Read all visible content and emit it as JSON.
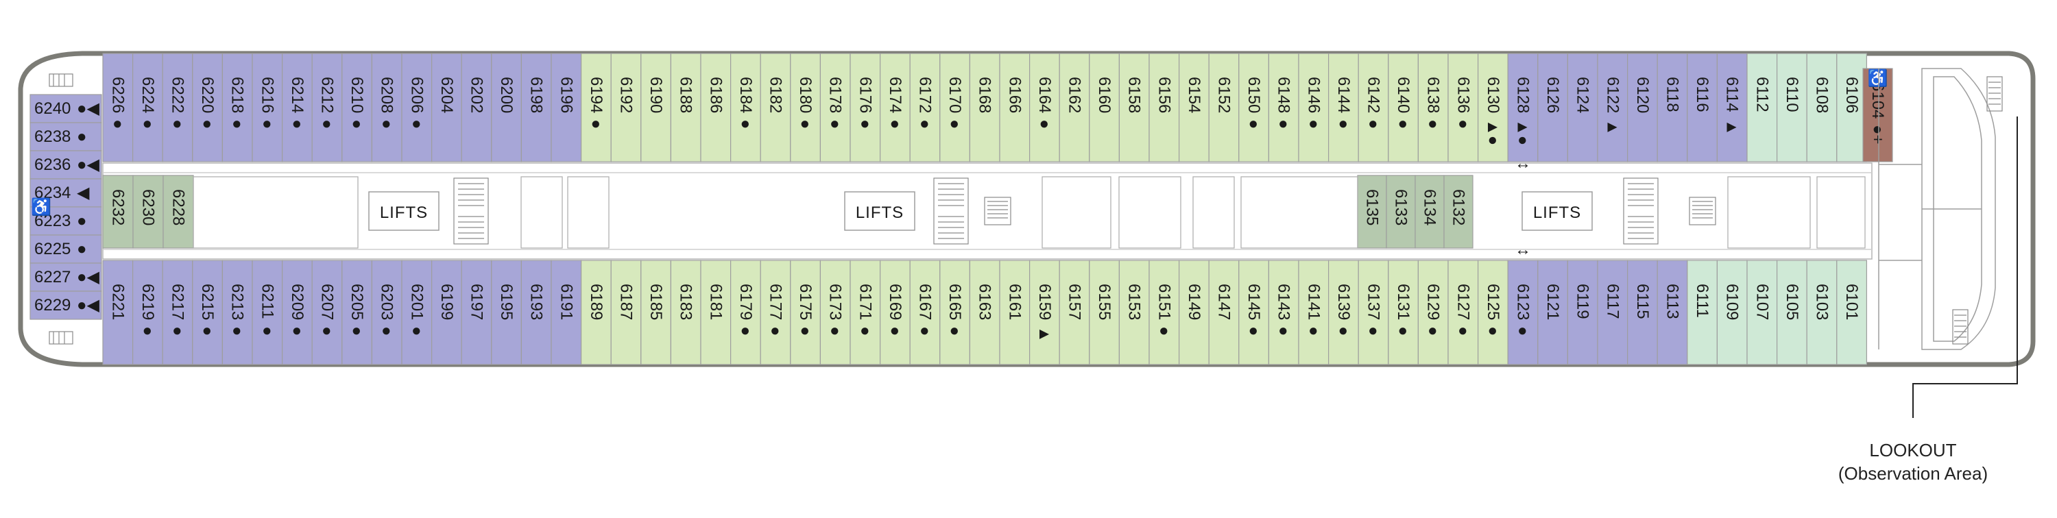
{
  "colors": {
    "purple": "#a7a6d7",
    "green": "#d7e9bd",
    "mint": "#cfe9d6",
    "sage": "#b5c9ae",
    "brown": "#a67569",
    "hull": "#7c7c76",
    "line": "#9e9e9e",
    "ink": "#1a1a1a"
  },
  "icons": {
    "bullet": "●",
    "triangle": "▲",
    "left-triangle": "◀",
    "double-arrow": "↔",
    "plus": "+",
    "accessible": "wheelchair-icon"
  },
  "lifts_label": "LIFTS",
  "lookout": {
    "title": "LOOKOUT",
    "subtitle": "(Observation Area)"
  },
  "top_row": [
    {
      "n": "6226",
      "c": "purple",
      "m": "bullet"
    },
    {
      "n": "6224",
      "c": "purple",
      "m": "bullet"
    },
    {
      "n": "6222",
      "c": "purple",
      "m": "bullet"
    },
    {
      "n": "6220",
      "c": "purple",
      "m": "bullet"
    },
    {
      "n": "6218",
      "c": "purple",
      "m": "bullet"
    },
    {
      "n": "6216",
      "c": "purple",
      "m": "bullet"
    },
    {
      "n": "6214",
      "c": "purple",
      "m": "bullet"
    },
    {
      "n": "6212",
      "c": "purple",
      "m": "bullet"
    },
    {
      "n": "6210",
      "c": "purple",
      "m": "bullet"
    },
    {
      "n": "6208",
      "c": "purple",
      "m": "bullet"
    },
    {
      "n": "6206",
      "c": "purple",
      "m": "bullet"
    },
    {
      "n": "6204",
      "c": "purple",
      "m": ""
    },
    {
      "n": "6202",
      "c": "purple",
      "m": ""
    },
    {
      "n": "6200",
      "c": "purple",
      "m": ""
    },
    {
      "n": "6198",
      "c": "purple",
      "m": ""
    },
    {
      "n": "6196",
      "c": "purple",
      "m": ""
    },
    {
      "n": "6194",
      "c": "green",
      "m": "bullet"
    },
    {
      "n": "6192",
      "c": "green",
      "m": ""
    },
    {
      "n": "6190",
      "c": "green",
      "m": ""
    },
    {
      "n": "6188",
      "c": "green",
      "m": ""
    },
    {
      "n": "6186",
      "c": "green",
      "m": ""
    },
    {
      "n": "6184",
      "c": "green",
      "m": "bullet"
    },
    {
      "n": "6182",
      "c": "green",
      "m": ""
    },
    {
      "n": "6180",
      "c": "green",
      "m": "bullet"
    },
    {
      "n": "6178",
      "c": "green",
      "m": "bullet"
    },
    {
      "n": "6176",
      "c": "green",
      "m": "bullet"
    },
    {
      "n": "6174",
      "c": "green",
      "m": "bullet"
    },
    {
      "n": "6172",
      "c": "green",
      "m": "bullet"
    },
    {
      "n": "6170",
      "c": "green",
      "m": "bullet"
    },
    {
      "n": "6168",
      "c": "green",
      "m": ""
    },
    {
      "n": "6166",
      "c": "green",
      "m": ""
    },
    {
      "n": "6164",
      "c": "green",
      "m": "bullet"
    },
    {
      "n": "6162",
      "c": "green",
      "m": ""
    },
    {
      "n": "6160",
      "c": "green",
      "m": ""
    },
    {
      "n": "6158",
      "c": "green",
      "m": ""
    },
    {
      "n": "6156",
      "c": "green",
      "m": ""
    },
    {
      "n": "6154",
      "c": "green",
      "m": ""
    },
    {
      "n": "6152",
      "c": "green",
      "m": ""
    },
    {
      "n": "6150",
      "c": "green",
      "m": "bullet"
    },
    {
      "n": "6148",
      "c": "green",
      "m": "bullet"
    },
    {
      "n": "6146",
      "c": "green",
      "m": "bullet"
    },
    {
      "n": "6144",
      "c": "green",
      "m": "bullet"
    },
    {
      "n": "6142",
      "c": "green",
      "m": "bullet"
    },
    {
      "n": "6140",
      "c": "green",
      "m": "bullet"
    },
    {
      "n": "6138",
      "c": "green",
      "m": "bullet"
    },
    {
      "n": "6136",
      "c": "green",
      "m": "bullet"
    },
    {
      "n": "6130",
      "c": "green",
      "m": "triangle-bullet"
    },
    {
      "n": "6128",
      "c": "purple",
      "m": "triangle-bullet-arrow"
    },
    {
      "n": "6126",
      "c": "purple",
      "m": ""
    },
    {
      "n": "6124",
      "c": "purple",
      "m": ""
    },
    {
      "n": "6122",
      "c": "purple",
      "m": "triangle"
    },
    {
      "n": "6120",
      "c": "purple",
      "m": ""
    },
    {
      "n": "6118",
      "c": "purple",
      "m": ""
    },
    {
      "n": "6116",
      "c": "purple",
      "m": ""
    },
    {
      "n": "6114",
      "c": "purple",
      "m": "triangle"
    },
    {
      "n": "6112",
      "c": "mint",
      "m": ""
    },
    {
      "n": "6110",
      "c": "mint",
      "m": ""
    },
    {
      "n": "6108",
      "c": "mint",
      "m": ""
    },
    {
      "n": "6106",
      "c": "mint",
      "m": ""
    }
  ],
  "suite": {
    "n": "6104",
    "c": "brown",
    "m": "accessible-plus-bullet"
  },
  "bottom_row": [
    {
      "n": "6221",
      "c": "purple",
      "m": ""
    },
    {
      "n": "6219",
      "c": "purple",
      "m": "bullet"
    },
    {
      "n": "6217",
      "c": "purple",
      "m": "bullet"
    },
    {
      "n": "6215",
      "c": "purple",
      "m": "bullet"
    },
    {
      "n": "6213",
      "c": "purple",
      "m": "bullet"
    },
    {
      "n": "6211",
      "c": "purple",
      "m": "bullet"
    },
    {
      "n": "6209",
      "c": "purple",
      "m": "bullet"
    },
    {
      "n": "6207",
      "c": "purple",
      "m": "bullet"
    },
    {
      "n": "6205",
      "c": "purple",
      "m": "bullet"
    },
    {
      "n": "6203",
      "c": "purple",
      "m": "bullet"
    },
    {
      "n": "6201",
      "c": "purple",
      "m": "bullet"
    },
    {
      "n": "6199",
      "c": "purple",
      "m": ""
    },
    {
      "n": "6197",
      "c": "purple",
      "m": ""
    },
    {
      "n": "6195",
      "c": "purple",
      "m": ""
    },
    {
      "n": "6193",
      "c": "purple",
      "m": ""
    },
    {
      "n": "6191",
      "c": "purple",
      "m": ""
    },
    {
      "n": "6189",
      "c": "green",
      "m": ""
    },
    {
      "n": "6187",
      "c": "green",
      "m": ""
    },
    {
      "n": "6185",
      "c": "green",
      "m": ""
    },
    {
      "n": "6183",
      "c": "green",
      "m": ""
    },
    {
      "n": "6181",
      "c": "green",
      "m": ""
    },
    {
      "n": "6179",
      "c": "green",
      "m": "bullet"
    },
    {
      "n": "6177",
      "c": "green",
      "m": "bullet"
    },
    {
      "n": "6175",
      "c": "green",
      "m": "bullet"
    },
    {
      "n": "6173",
      "c": "green",
      "m": "bullet"
    },
    {
      "n": "6171",
      "c": "green",
      "m": "bullet"
    },
    {
      "n": "6169",
      "c": "green",
      "m": "bullet"
    },
    {
      "n": "6167",
      "c": "green",
      "m": "bullet"
    },
    {
      "n": "6165",
      "c": "green",
      "m": "bullet"
    },
    {
      "n": "6163",
      "c": "green",
      "m": ""
    },
    {
      "n": "6161",
      "c": "green",
      "m": ""
    },
    {
      "n": "6159",
      "c": "green",
      "m": "triangle"
    },
    {
      "n": "6157",
      "c": "green",
      "m": ""
    },
    {
      "n": "6155",
      "c": "green",
      "m": ""
    },
    {
      "n": "6153",
      "c": "green",
      "m": ""
    },
    {
      "n": "6151",
      "c": "green",
      "m": "bullet"
    },
    {
      "n": "6149",
      "c": "green",
      "m": ""
    },
    {
      "n": "6147",
      "c": "green",
      "m": ""
    },
    {
      "n": "6145",
      "c": "green",
      "m": "bullet"
    },
    {
      "n": "6143",
      "c": "green",
      "m": "bullet"
    },
    {
      "n": "6141",
      "c": "green",
      "m": "bullet"
    },
    {
      "n": "6139",
      "c": "green",
      "m": "bullet"
    },
    {
      "n": "6137",
      "c": "green",
      "m": "bullet"
    },
    {
      "n": "6131",
      "c": "green",
      "m": "bullet"
    },
    {
      "n": "6129",
      "c": "green",
      "m": "bullet"
    },
    {
      "n": "6127",
      "c": "green",
      "m": "bullet"
    },
    {
      "n": "6125",
      "c": "green",
      "m": "bullet"
    },
    {
      "n": "6123",
      "c": "purple",
      "m": "bullet-arrow"
    },
    {
      "n": "6121",
      "c": "purple",
      "m": ""
    },
    {
      "n": "6119",
      "c": "purple",
      "m": ""
    },
    {
      "n": "6117",
      "c": "purple",
      "m": ""
    },
    {
      "n": "6115",
      "c": "purple",
      "m": ""
    },
    {
      "n": "6113",
      "c": "purple",
      "m": ""
    },
    {
      "n": "6111",
      "c": "mint",
      "m": ""
    },
    {
      "n": "6109",
      "c": "mint",
      "m": ""
    },
    {
      "n": "6107",
      "c": "mint",
      "m": ""
    },
    {
      "n": "6105",
      "c": "mint",
      "m": ""
    },
    {
      "n": "6103",
      "c": "mint",
      "m": ""
    },
    {
      "n": "6101",
      "c": "mint",
      "m": ""
    }
  ],
  "middle_left": [
    {
      "n": "6232",
      "c": "sage",
      "m": ""
    },
    {
      "n": "6230",
      "c": "sage",
      "m": ""
    },
    {
      "n": "6228",
      "c": "sage",
      "m": ""
    }
  ],
  "middle_right": [
    {
      "n": "6135",
      "c": "sage",
      "m": ""
    },
    {
      "n": "6133",
      "c": "sage",
      "m": ""
    },
    {
      "n": "6134",
      "c": "sage",
      "m": ""
    },
    {
      "n": "6132",
      "c": "sage",
      "m": ""
    }
  ],
  "aft_stack": [
    {
      "n": "6240",
      "c": "purple",
      "m": "bullet-lefttri"
    },
    {
      "n": "6238",
      "c": "purple",
      "m": "bullet"
    },
    {
      "n": "6236",
      "c": "purple",
      "m": "bullet-lefttri"
    },
    {
      "n": "6234",
      "c": "purple",
      "m": "lefttri"
    },
    {
      "n": "6223",
      "c": "purple",
      "m": "accessible-bullet"
    },
    {
      "n": "6225",
      "c": "purple",
      "m": "bullet"
    },
    {
      "n": "6227",
      "c": "purple",
      "m": "bullet-lefttri"
    },
    {
      "n": "6229",
      "c": "purple",
      "m": "bullet-lefttri"
    }
  ]
}
